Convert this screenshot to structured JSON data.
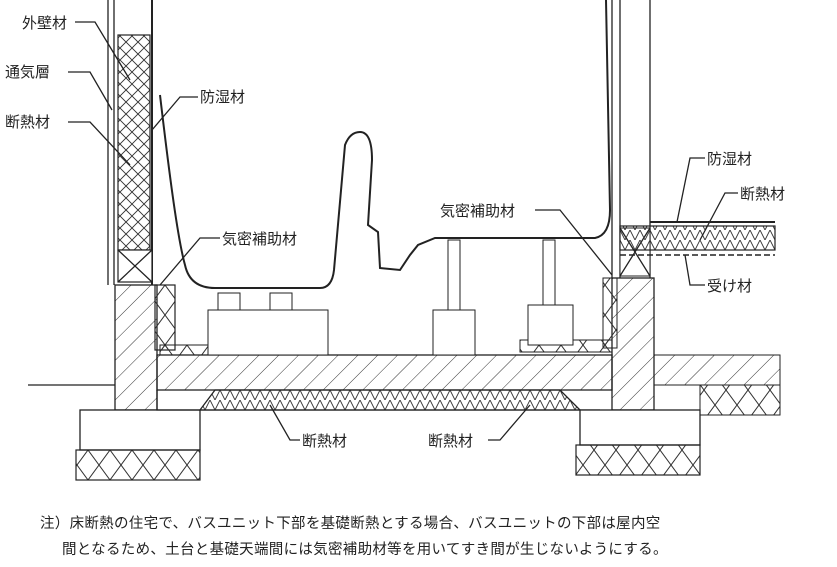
{
  "labels": {
    "exterior_wall": "外壁材",
    "ventilation_layer": "通気層",
    "wall_insulation": "断熱材",
    "vapor_barrier_left": "防湿材",
    "airtight_aux_left": "気密補助材",
    "airtight_aux_right": "気密補助材",
    "vapor_barrier_right": "防湿材",
    "floor_insulation": "断熱材",
    "support_member": "受け材",
    "foundation_insulation_left": "断熱材",
    "foundation_insulation_right": "断熱材"
  },
  "note": {
    "line1": "注）床断熱の住宅で、バスユニット下部を基礎断熱とする場合、バスユニットの下部は屋内空",
    "line2": "間となるため、土台と基礎天端間には気密補助材等を用いてすき間が生じないようにする。"
  }
}
